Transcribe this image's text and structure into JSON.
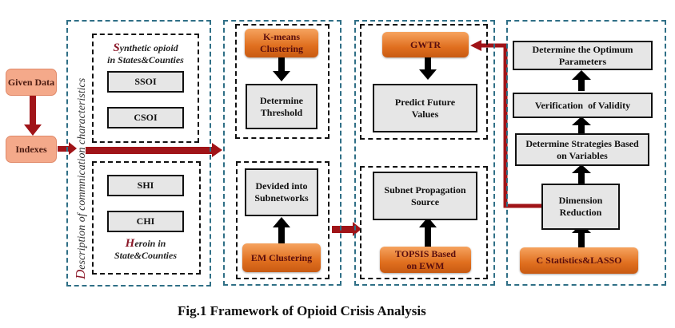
{
  "caption": "Fig.1 Framework of Opioid Crisis Analysis",
  "colors": {
    "outer_border": "#2f6f86",
    "inner_border": "#111111",
    "arrow_red": "#a01418",
    "arrow_black": "#000000",
    "orange_box": "#e06f1f",
    "peach_box": "#f4a98a",
    "gray_box": "#e6e6e6",
    "accent_letter": "#8c1a2a"
  },
  "inputs": {
    "given_data": "Given Data",
    "indexes": "Indexes"
  },
  "panel1": {
    "vertical_label_first": "D",
    "vertical_label_rest": "escription of commnication characteristics",
    "synthetic": {
      "title_first": "S",
      "title_rest": "ynthetic opioid",
      "subtitle": "in States&Counties",
      "items": [
        "SSOI",
        "CSOI"
      ]
    },
    "heroin": {
      "items": [
        "SHI",
        "CHI"
      ],
      "title_first": "H",
      "title_rest": "eroin in",
      "subtitle": "State&Counties"
    }
  },
  "panel2": {
    "kmeans": "K-means Clustering",
    "threshold": "Determine Threshold",
    "subnetworks": "Devided into Subnetworks",
    "em": "EM Clustering"
  },
  "panel3": {
    "gwtr": "GWTR",
    "predict": "Predict Future Values",
    "source": "Subnet Propagation Source",
    "topsis": "TOPSIS Based on EWM"
  },
  "panel4": {
    "optimum": "Determine the Optimum Parameters",
    "validity": "Verification  of Validity",
    "strategies": "Determine Strategies Based on Variables",
    "dimension": "Dimension Reduction",
    "lasso": "C Statistics&LASSO"
  }
}
